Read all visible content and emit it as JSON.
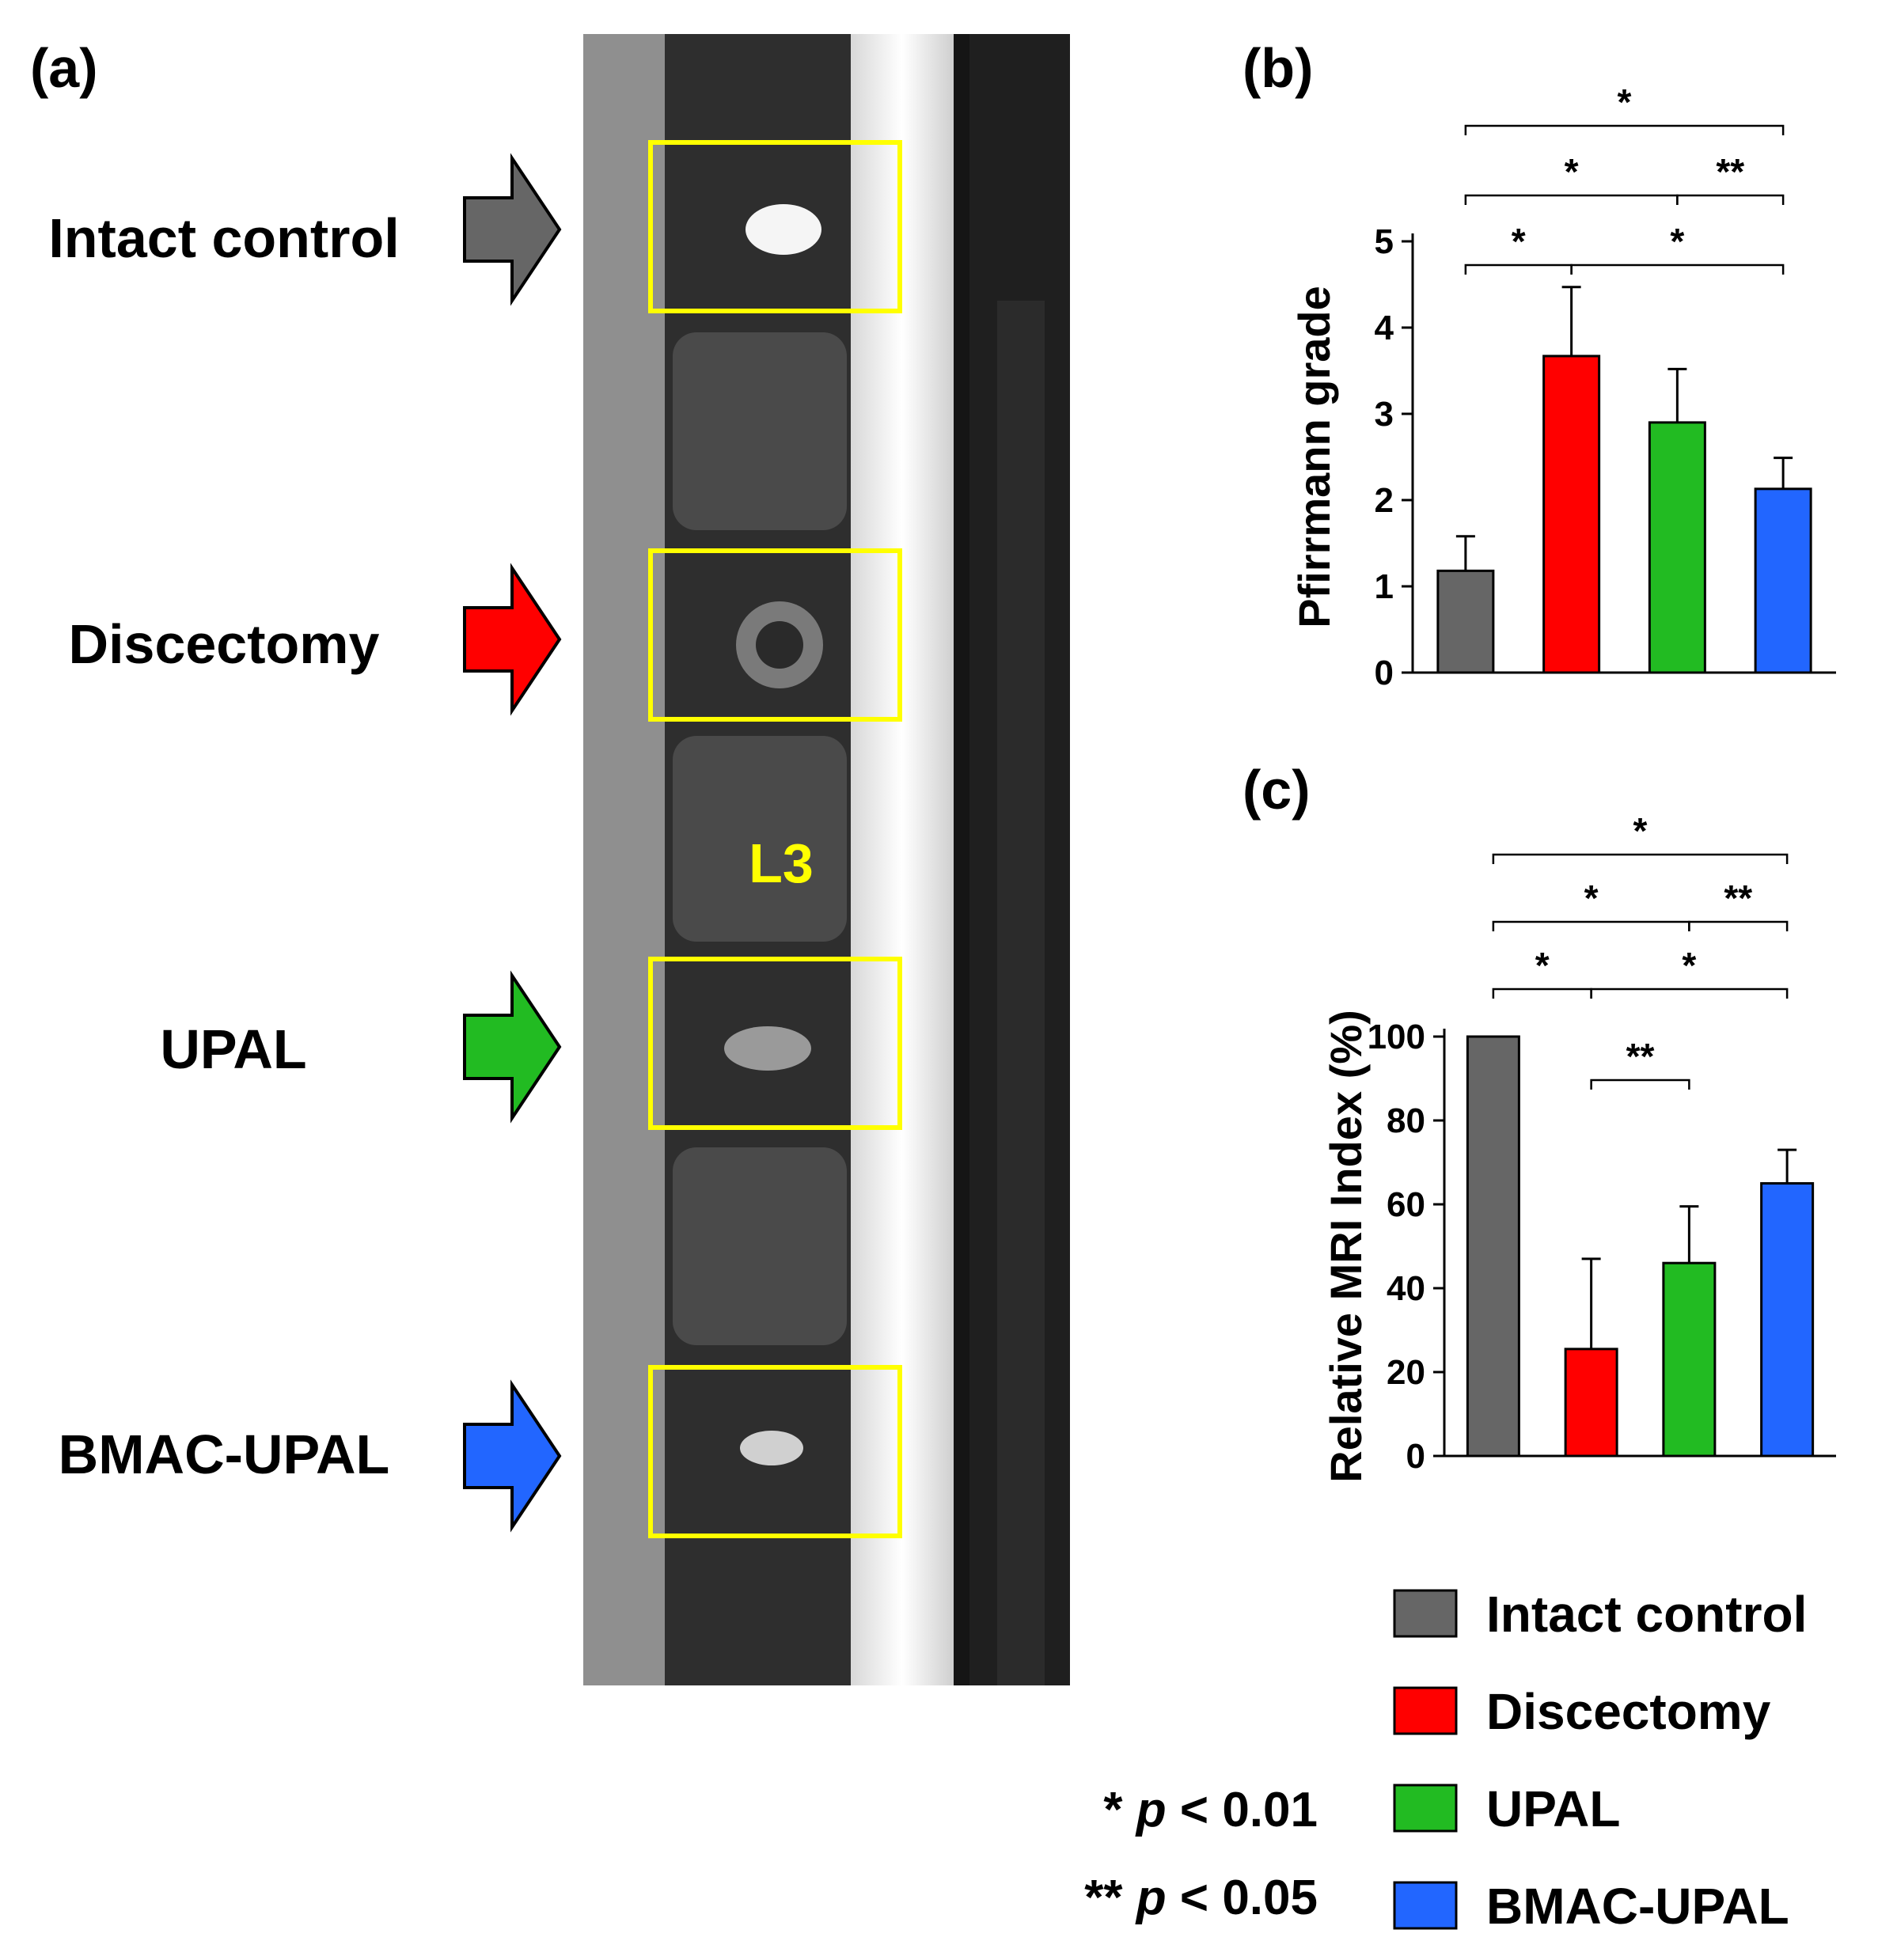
{
  "panel_a": {
    "label": "(a)",
    "vertebra_label": "L3",
    "groups": [
      {
        "label": "Intact control",
        "color": "#666666"
      },
      {
        "label": "Discectomy",
        "color": "#ff0000"
      },
      {
        "label": "UPAL",
        "color": "#22bb22"
      },
      {
        "label": "BMAC-UPAL",
        "color": "#2266ff"
      }
    ],
    "highlight_color": "#ffff00"
  },
  "chart_data": [
    {
      "panel": "(b)",
      "type": "bar",
      "ylabel": "Pfirrmann grade",
      "categories": [
        "Intact control",
        "Discectomy",
        "UPAL",
        "BMAC-UPAL"
      ],
      "values": [
        1.18,
        3.67,
        2.9,
        2.13
      ],
      "errors": [
        0.4,
        0.8,
        0.62,
        0.36
      ],
      "colors": [
        "#666666",
        "#ff0000",
        "#22bb22",
        "#2266ff"
      ],
      "ylim": [
        0,
        5
      ],
      "yticks": [
        "0",
        "1",
        "2",
        "3",
        "4",
        "5"
      ],
      "significance": [
        {
          "from": 0,
          "to": 1,
          "label": "*",
          "level": 1
        },
        {
          "from": 1,
          "to": 3,
          "label": "*",
          "level": 1
        },
        {
          "from": 0,
          "to": 2,
          "label": "*",
          "level": 2
        },
        {
          "from": 2,
          "to": 3,
          "label": "**",
          "level": 2
        },
        {
          "from": 0,
          "to": 3,
          "label": "*",
          "level": 3
        }
      ]
    },
    {
      "panel": "(c)",
      "type": "bar",
      "ylabel": "Relative MRI Index (%)",
      "categories": [
        "Intact control",
        "Discectomy",
        "UPAL",
        "BMAC-UPAL"
      ],
      "values": [
        100,
        25.5,
        46,
        65
      ],
      "errors": [
        0,
        21.5,
        13.5,
        8
      ],
      "colors": [
        "#666666",
        "#ff0000",
        "#22bb22",
        "#2266ff"
      ],
      "ylim": [
        0,
        100
      ],
      "yticks": [
        "0",
        "20",
        "40",
        "60",
        "80",
        "100"
      ],
      "significance": [
        {
          "from": 1,
          "to": 2,
          "label": "**",
          "level": 0
        },
        {
          "from": 0,
          "to": 1,
          "label": "*",
          "level": 1
        },
        {
          "from": 1,
          "to": 3,
          "label": "*",
          "level": 1
        },
        {
          "from": 0,
          "to": 2,
          "label": "*",
          "level": 2
        },
        {
          "from": 2,
          "to": 3,
          "label": "**",
          "level": 2
        },
        {
          "from": 0,
          "to": 3,
          "label": "*",
          "level": 3
        }
      ]
    }
  ],
  "legend": [
    {
      "label": "Intact control",
      "color": "#666666"
    },
    {
      "label": "Discectomy",
      "color": "#ff0000"
    },
    {
      "label": "UPAL",
      "color": "#22bb22"
    },
    {
      "label": "BMAC-UPAL",
      "color": "#2266ff"
    }
  ],
  "pvalue_notes": [
    {
      "stars": "*",
      "p": "p",
      "rest": " < 0.01"
    },
    {
      "stars": "**",
      "p": "p",
      "rest": " < 0.05"
    }
  ]
}
